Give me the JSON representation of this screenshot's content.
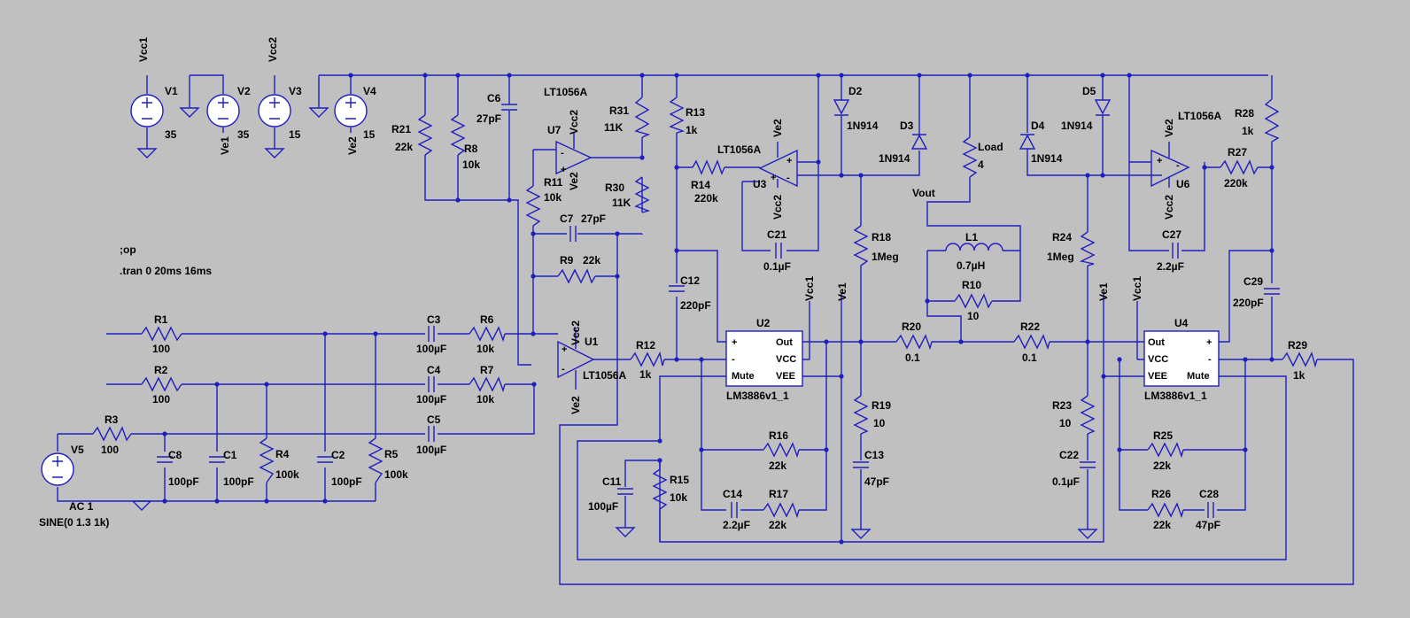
{
  "directives": {
    "op": ";op",
    "tran": ".tran 0 20ms 16ms"
  },
  "sources": [
    {
      "ref": "V1",
      "net": "Vcc1",
      "value": "35"
    },
    {
      "ref": "V2",
      "net": "Ve1",
      "value": "35"
    },
    {
      "ref": "V3",
      "net": "Vcc2",
      "value": "15"
    },
    {
      "ref": "V4",
      "net": "Ve2",
      "value": "15"
    },
    {
      "ref": "V5",
      "ac": "AC 1",
      "sine": "SINE(0 1.3 1k)"
    }
  ],
  "resistors": [
    {
      "ref": "R1",
      "value": "100"
    },
    {
      "ref": "R2",
      "value": "100"
    },
    {
      "ref": "R3",
      "value": "100"
    },
    {
      "ref": "R4",
      "value": "100k"
    },
    {
      "ref": "R5",
      "value": "100k"
    },
    {
      "ref": "R6",
      "value": "10k"
    },
    {
      "ref": "R7",
      "value": "10k"
    },
    {
      "ref": "R8",
      "value": "10k"
    },
    {
      "ref": "R9",
      "value": "22k"
    },
    {
      "ref": "R10",
      "value": "10"
    },
    {
      "ref": "R11",
      "value": "10k"
    },
    {
      "ref": "R12",
      "value": "1k"
    },
    {
      "ref": "R13",
      "value": "1k"
    },
    {
      "ref": "R14",
      "value": "220k"
    },
    {
      "ref": "R15",
      "value": "10k"
    },
    {
      "ref": "R16",
      "value": "22k"
    },
    {
      "ref": "R17",
      "value": "22k"
    },
    {
      "ref": "R18",
      "value": "1Meg"
    },
    {
      "ref": "R19",
      "value": "10"
    },
    {
      "ref": "R20",
      "value": "0.1"
    },
    {
      "ref": "R21",
      "value": "22k"
    },
    {
      "ref": "R22",
      "value": "0.1"
    },
    {
      "ref": "R23",
      "value": "10"
    },
    {
      "ref": "R24",
      "value": "1Meg"
    },
    {
      "ref": "R25",
      "value": "22k"
    },
    {
      "ref": "R26",
      "value": "22k"
    },
    {
      "ref": "R27",
      "value": "220k"
    },
    {
      "ref": "R28",
      "value": "1k"
    },
    {
      "ref": "R29",
      "value": "1k"
    },
    {
      "ref": "R30",
      "value": "11K"
    },
    {
      "ref": "R31",
      "value": "11K"
    }
  ],
  "capacitors": [
    {
      "ref": "C1",
      "value": "100pF"
    },
    {
      "ref": "C2",
      "value": "100pF"
    },
    {
      "ref": "C3",
      "value": "100µF"
    },
    {
      "ref": "C4",
      "value": "100µF"
    },
    {
      "ref": "C5",
      "value": "100µF"
    },
    {
      "ref": "C6",
      "value": "27pF"
    },
    {
      "ref": "C7",
      "value": "27pF"
    },
    {
      "ref": "C8",
      "value": "100pF"
    },
    {
      "ref": "C11",
      "value": "100µF"
    },
    {
      "ref": "C12",
      "value": "220pF"
    },
    {
      "ref": "C13",
      "value": "47pF"
    },
    {
      "ref": "C14",
      "value": "2.2µF"
    },
    {
      "ref": "C21",
      "value": "0.1µF"
    },
    {
      "ref": "C22",
      "value": "0.1µF"
    },
    {
      "ref": "C27",
      "value": "2.2µF"
    },
    {
      "ref": "C28",
      "value": "47pF"
    },
    {
      "ref": "C29",
      "value": "220pF"
    }
  ],
  "inductors": [
    {
      "ref": "L1",
      "value": "0.7µH"
    }
  ],
  "load": {
    "ref": "Load",
    "value": "4"
  },
  "diodes": [
    {
      "ref": "D2",
      "value": "1N914"
    },
    {
      "ref": "D3",
      "value": "1N914"
    },
    {
      "ref": "D4",
      "value": "1N914"
    },
    {
      "ref": "D5",
      "value": "1N914"
    }
  ],
  "opamps": [
    {
      "ref": "U1",
      "part": "LT1056A"
    },
    {
      "ref": "U3",
      "part": "LT1056A"
    },
    {
      "ref": "U6",
      "part": "LT1056A"
    },
    {
      "ref": "U7",
      "part": "LT1056A"
    }
  ],
  "amps": [
    {
      "ref": "U2",
      "part": "LM3886v1_1",
      "pins": [
        "+",
        "-",
        "Mute",
        "Out",
        "VCC",
        "VEE"
      ]
    },
    {
      "ref": "U4",
      "part": "LM3886v1_1",
      "pins": [
        "Out",
        "VCC",
        "VEE",
        "+",
        "-",
        "Mute"
      ]
    }
  ],
  "nets": {
    "vcc1": "Vcc1",
    "vcc2": "Vcc2",
    "ve1": "Ve1",
    "ve2": "Ve2",
    "vout": "Vout"
  },
  "colors": {
    "background": "#c0c0c0",
    "wire": "#1f1fc0",
    "text": "#000000"
  }
}
